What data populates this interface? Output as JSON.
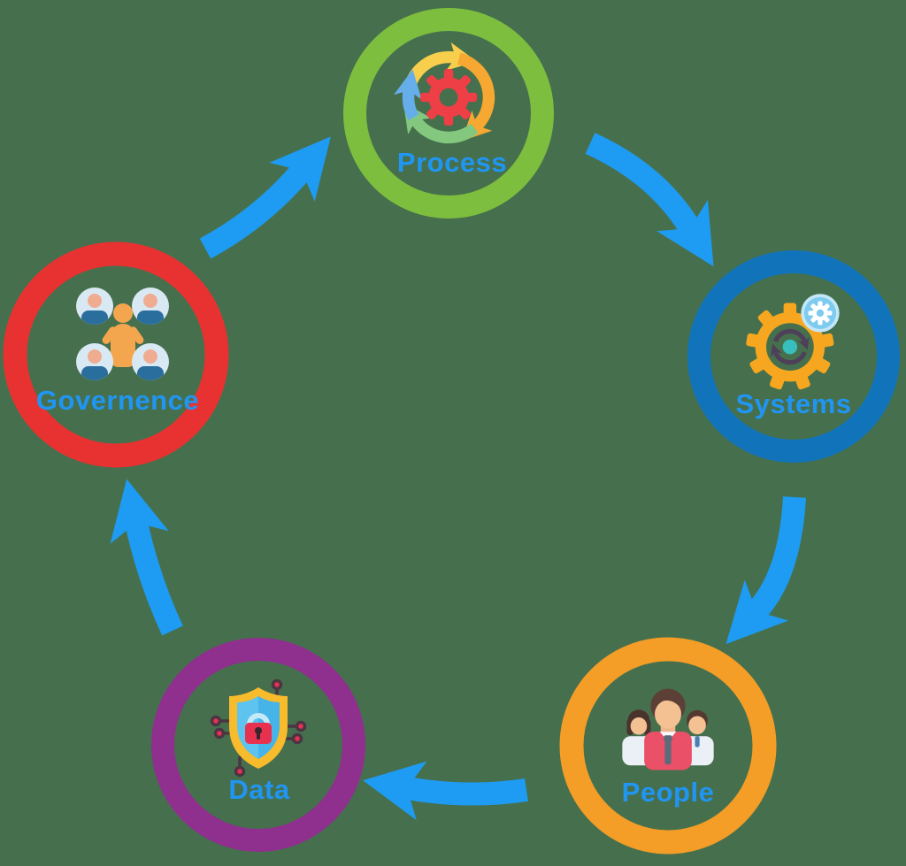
{
  "background_color": "#46704D",
  "theme": {
    "arrow_color": "#1E9BF2",
    "label_color": "#2095F2"
  },
  "diagram": {
    "type": "cycle",
    "direction": "clockwise",
    "nodes": [
      {
        "id": "process",
        "label": "Process",
        "ring_color": "#7DBE3F",
        "icon": "process-cycle-gear-icon",
        "position": "top"
      },
      {
        "id": "systems",
        "label": "Systems",
        "ring_color": "#1173B9",
        "icon": "systems-gears-icon",
        "position": "right"
      },
      {
        "id": "people",
        "label": "People",
        "ring_color": "#F49D27",
        "icon": "people-group-icon",
        "position": "bottom-right"
      },
      {
        "id": "data",
        "label": "Data",
        "ring_color": "#8F2F8E",
        "icon": "data-security-shield-icon",
        "position": "bottom-left"
      },
      {
        "id": "governance",
        "label": "Governence",
        "ring_color": "#E73231",
        "icon": "governance-team-icon",
        "position": "left"
      }
    ],
    "connections": [
      {
        "from": "governance",
        "to": "process"
      },
      {
        "from": "process",
        "to": "systems"
      },
      {
        "from": "systems",
        "to": "people"
      },
      {
        "from": "people",
        "to": "data"
      },
      {
        "from": "data",
        "to": "governance"
      }
    ]
  }
}
